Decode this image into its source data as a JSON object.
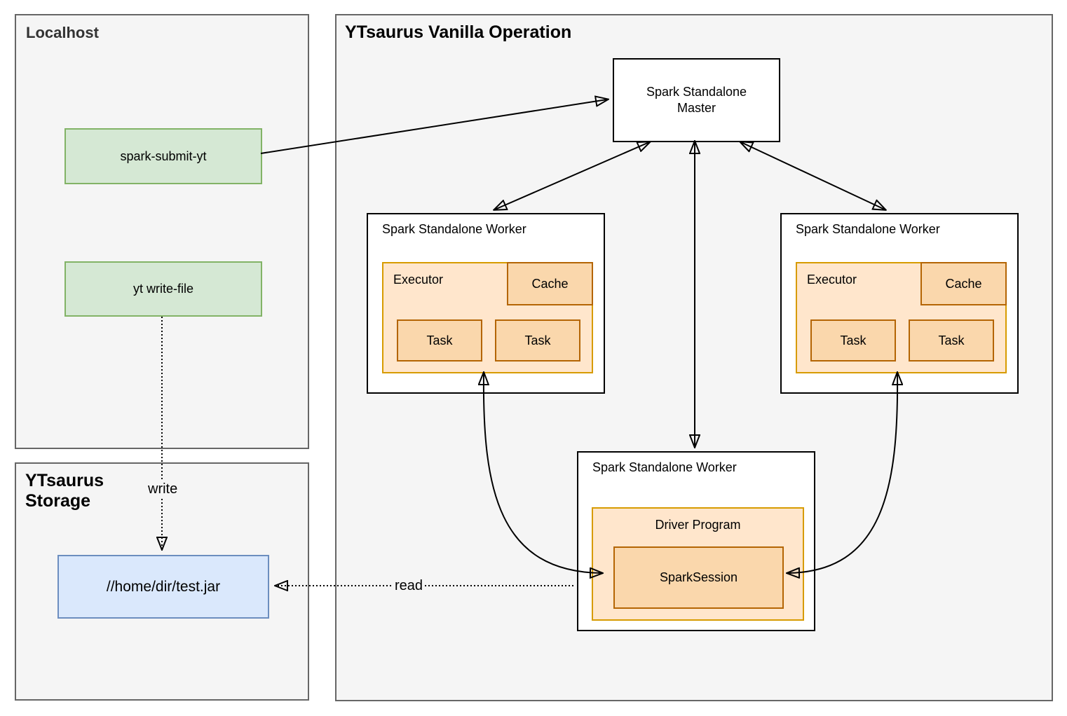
{
  "localhost": {
    "title": "Localhost",
    "nodes": [
      {
        "label": "spark-submit-yt"
      },
      {
        "label": "yt write-file"
      }
    ]
  },
  "storage": {
    "title": "YTsaurus Storage",
    "jar": {
      "label": "//home/dir/test.jar"
    }
  },
  "operation": {
    "title": "YTsaurus Vanilla Operation",
    "master": {
      "label": "Spark Standalone Master"
    },
    "workers": [
      {
        "title": "Spark Standalone Worker",
        "executor": {
          "label": "Executor",
          "cache_label": "Cache",
          "tasks": [
            "Task",
            "Task"
          ]
        }
      },
      {
        "title": "Spark Standalone Worker",
        "executor": {
          "label": "Executor",
          "cache_label": "Cache",
          "tasks": [
            "Task",
            "Task"
          ]
        }
      },
      {
        "title": "Spark Standalone Worker",
        "driver": {
          "label": "Driver Program",
          "session_label": "SparkSession"
        }
      }
    ]
  },
  "edge_labels": {
    "write": "write",
    "read": "read"
  },
  "colors": {
    "container_fill": "#f5f5f5",
    "container_stroke": "#666666",
    "green_fill": "#d5e8d4",
    "green_stroke": "#82b366",
    "blue_fill": "#dae8fc",
    "blue_stroke": "#6c8ebf",
    "white_fill": "#ffffff",
    "white_stroke": "#000000",
    "orange_outer_fill": "#ffe6cc",
    "orange_outer_stroke": "#d79b00",
    "orange_inner_fill": "#fad7ac",
    "orange_inner_stroke": "#b46504",
    "edge_color": "#000000"
  }
}
